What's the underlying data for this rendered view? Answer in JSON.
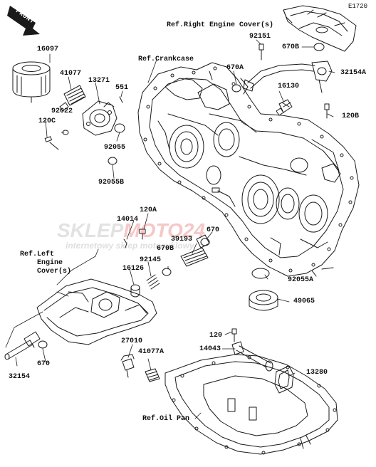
{
  "diagram_code": "E1720",
  "front_label": "FRONT",
  "refs": {
    "right_engine_cover": "Ref.Right Engine Cover(s)",
    "crankcase": "Ref.Crankcase",
    "left_engine_cover_1": "Ref.Left",
    "left_engine_cover_2": "Engine",
    "left_engine_cover_3": "Cover(s)",
    "oil_pan": "Ref.Oil Pan"
  },
  "parts": {
    "p16097": "16097",
    "p41077": "41077",
    "p13271": "13271",
    "p551": "551",
    "p92022": "92022",
    "p120C": "120C",
    "p92055": "92055",
    "p92055B": "92055B",
    "p92151": "92151",
    "p670B_top": "670B",
    "p670A": "670A",
    "p32154A": "32154A",
    "p16130": "16130",
    "p120B": "120B",
    "p14014": "14014",
    "p120A": "120A",
    "p670_mid": "670",
    "p39193": "39193",
    "p92145": "92145",
    "p670B_mid": "670B",
    "p16126": "16126",
    "p92055A": "92055A",
    "p49065": "49065",
    "p32154": "32154",
    "p670_left": "670",
    "p27010": "27010",
    "p41077A": "41077A",
    "p120": "120",
    "p14043": "14043",
    "p13280": "13280"
  },
  "watermark": {
    "brand_part1": "SKLEP",
    "brand_part2": "MOTO",
    "brand_part3": "24",
    "tagline": "internetowy sklep motocyklowy"
  },
  "colors": {
    "line": "#1a1a1a",
    "watermark_gray": "#9a9a9a",
    "watermark_red": "#e23b3b"
  }
}
